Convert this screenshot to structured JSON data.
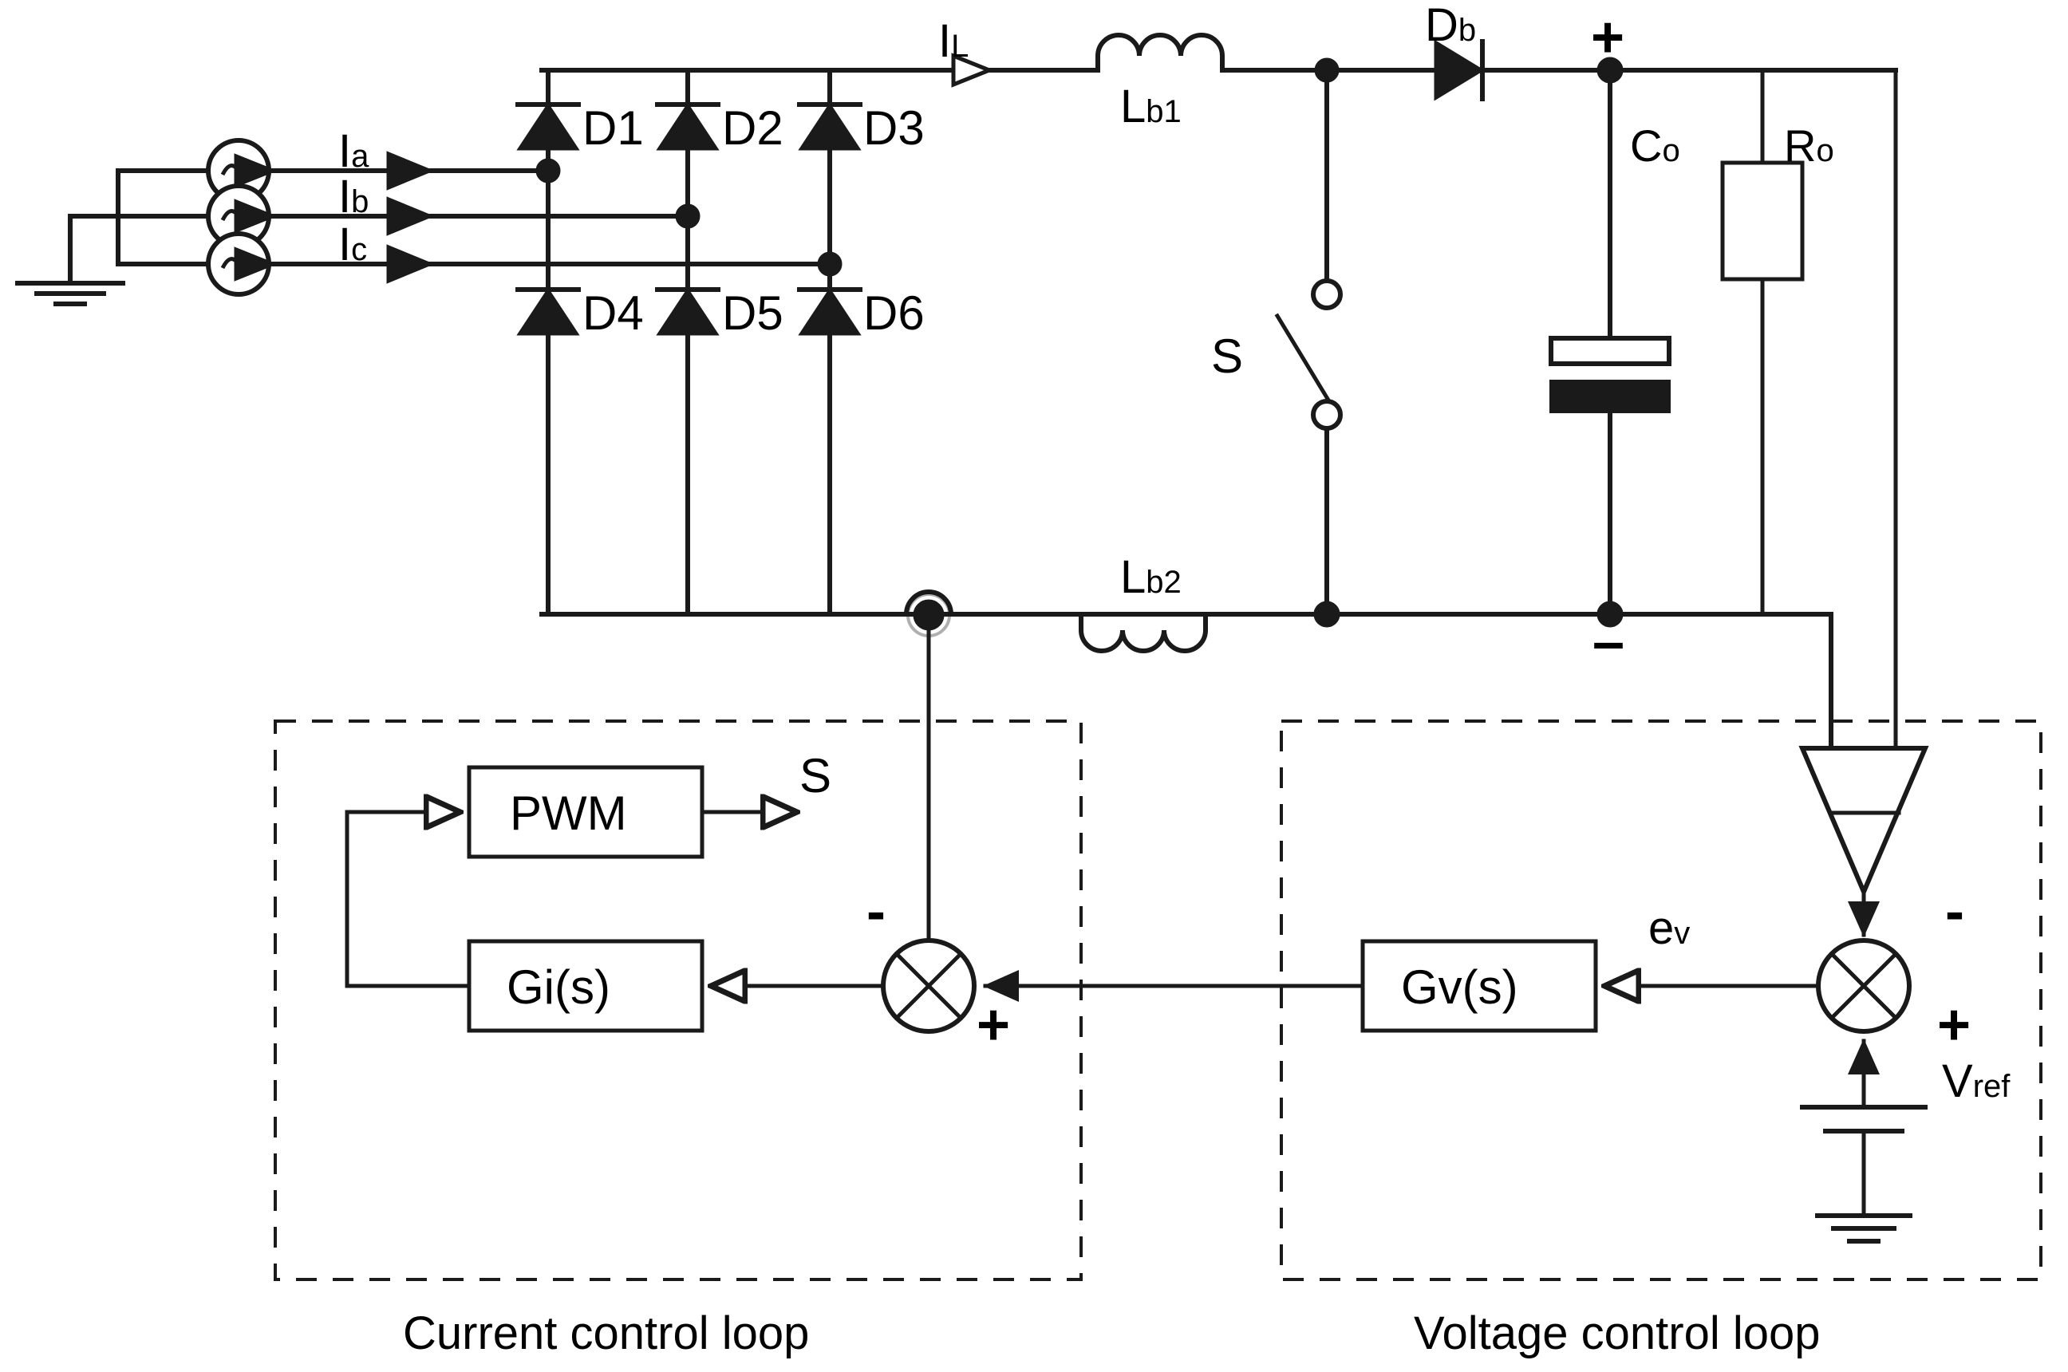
{
  "diagram": {
    "title": "Three-phase rectifier with boost converter and dual control loops",
    "line_color": "#1a1a1a",
    "label_color": "#14142b",
    "background": "#ffffff"
  },
  "source": {
    "phase_a_current": "I",
    "phase_a_sub": "a",
    "phase_b_current": "I",
    "phase_b_sub": "b",
    "phase_c_current": "I",
    "phase_c_sub": "c",
    "source_icon": "ac-source-icon",
    "ground_icon": "ground-icon"
  },
  "rectifier": {
    "diodes_top": [
      "D1",
      "D2",
      "D3"
    ],
    "diodes_bottom": [
      "D4",
      "D5",
      "D6"
    ]
  },
  "boost": {
    "inductor_current": "I",
    "inductor_current_sub": "L",
    "inductor_top": "L",
    "inductor_top_sub": "b1",
    "inductor_bottom": "L",
    "inductor_bottom_sub": "b2",
    "boost_diode": "D",
    "boost_diode_sub": "b",
    "switch": "S",
    "capacitor": "C",
    "capacitor_sub": "o",
    "resistor": "R",
    "resistor_sub": "o",
    "plus": "+",
    "minus": "–"
  },
  "current_loop": {
    "title": "Current control loop",
    "pwm_block": "PWM",
    "gi_block": "Gi(s)",
    "pwm_output": "S",
    "sum_minus": "-",
    "sum_plus": "+"
  },
  "voltage_loop": {
    "title": "Voltage control loop",
    "gv_block": "Gv(s)",
    "error_signal": "e",
    "error_signal_sub": "v",
    "vref": "V",
    "vref_sub": "ref",
    "sum_minus": "-",
    "sum_plus": "+",
    "sensor_icon": "voltage-sensor-icon",
    "ground_icon": "ground-icon",
    "battery_icon": "battery-icon"
  }
}
